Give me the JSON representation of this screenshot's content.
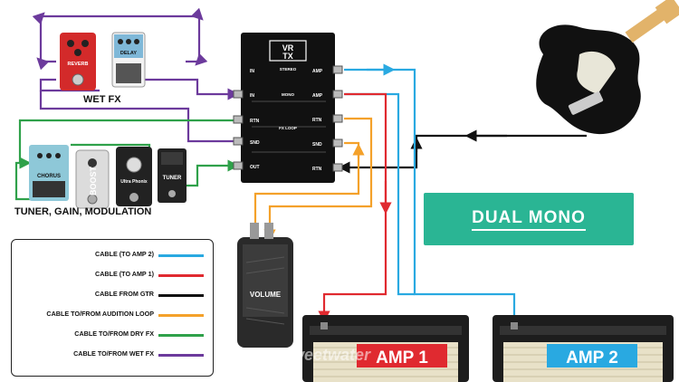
{
  "groups": {
    "wet_fx": "WET FX",
    "dry_fx": "TUNER, GAIN, MODULATION"
  },
  "callout": "DUAL MONO",
  "switcher": {
    "logo_top": "VR",
    "logo_bottom": "TX",
    "left_jacks": [
      "IN",
      "IN",
      "RTN",
      "SND",
      "OUT"
    ],
    "right_jacks": [
      "AMP",
      "AMP",
      "RTN",
      "SND",
      "RTN"
    ],
    "section_labels": [
      "STEREO",
      "MONO",
      "FX LOOP"
    ]
  },
  "pedals": {
    "reverb": "REVERB",
    "delay": "DELAY",
    "chorus": "CHORUS",
    "boost": "BOOST",
    "fuzz": "Ultra Phonix",
    "tuner": "TUNER",
    "volume": "VOLUME"
  },
  "amps": {
    "amp1": "AMP 1",
    "amp2": "AMP 2",
    "watermark": "Sweetwater"
  },
  "legend": [
    {
      "label": "CABLE (TO AMP 2)",
      "color": "#29a9e1"
    },
    {
      "label": "CABLE (TO AMP 1)",
      "color": "#e02a30"
    },
    {
      "label": "CABLE FROM GTR",
      "color": "#111111"
    },
    {
      "label": "CABLE TO/FROM AUDITION LOOP",
      "color": "#f4a12a"
    },
    {
      "label": "CABLE TO/FROM DRY FX",
      "color": "#2fa14a"
    },
    {
      "label": "CABLE TO/FROM WET FX",
      "color": "#6c3a9c"
    }
  ]
}
